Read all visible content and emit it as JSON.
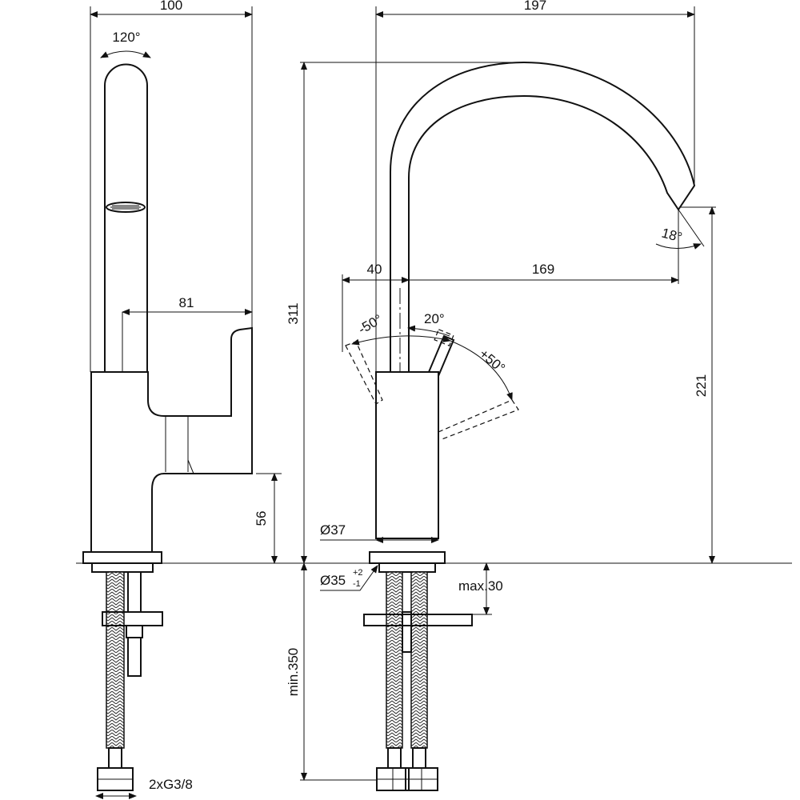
{
  "left_view": {
    "width_dim": "100",
    "rotation_angle": "120°",
    "handle_reach_dim": "81",
    "handle_height_dim": "56",
    "connection_label": "2xG3/8"
  },
  "right_view": {
    "projection_dim": "197",
    "total_height_dim": "311",
    "body_to_spout_dim": "40",
    "spout_reach_dim": "169",
    "spout_angle": "18°",
    "outlet_height_dim": "221",
    "lever_neg_angle": "-50°",
    "lever_open_angle": "20°",
    "lever_pos_angle": "+50°",
    "body_diameter": "Ø37",
    "hole_diameter": "Ø35",
    "hole_tol_plus": "+2",
    "hole_tol_minus": "-1",
    "max_deck_thickness": "max.30",
    "min_hose_length": "min.350"
  }
}
